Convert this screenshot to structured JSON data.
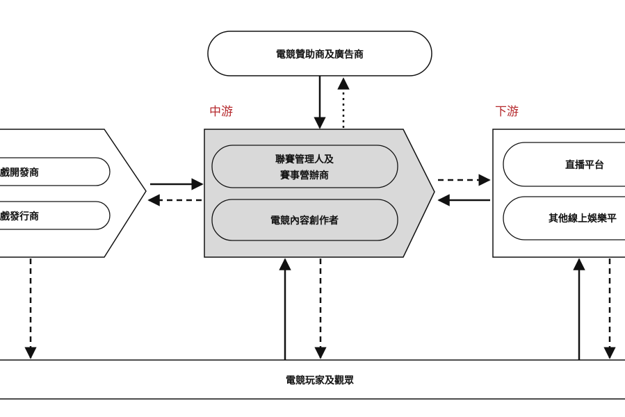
{
  "sponsor": {
    "label": "電競贊助商及廣告商"
  },
  "midstream": {
    "title": "中游",
    "items": [
      {
        "lines": [
          "聯賽管理人及",
          "賽事營辦商"
        ]
      },
      {
        "lines": [
          "電競內容創作者"
        ]
      }
    ]
  },
  "downstream": {
    "title": "下游",
    "items": [
      {
        "label": "直播平台"
      },
      {
        "label": "其他線上娛樂平"
      }
    ]
  },
  "upstream": {
    "items": [
      {
        "label": "遊戲開發商"
      },
      {
        "label": "遊戲發行商"
      }
    ]
  },
  "players": {
    "label": "電競玩家及觀眾"
  },
  "colors": {
    "accent_red": "#b5282c",
    "mid_fill": "#d9d9d9",
    "line": "#111111"
  }
}
